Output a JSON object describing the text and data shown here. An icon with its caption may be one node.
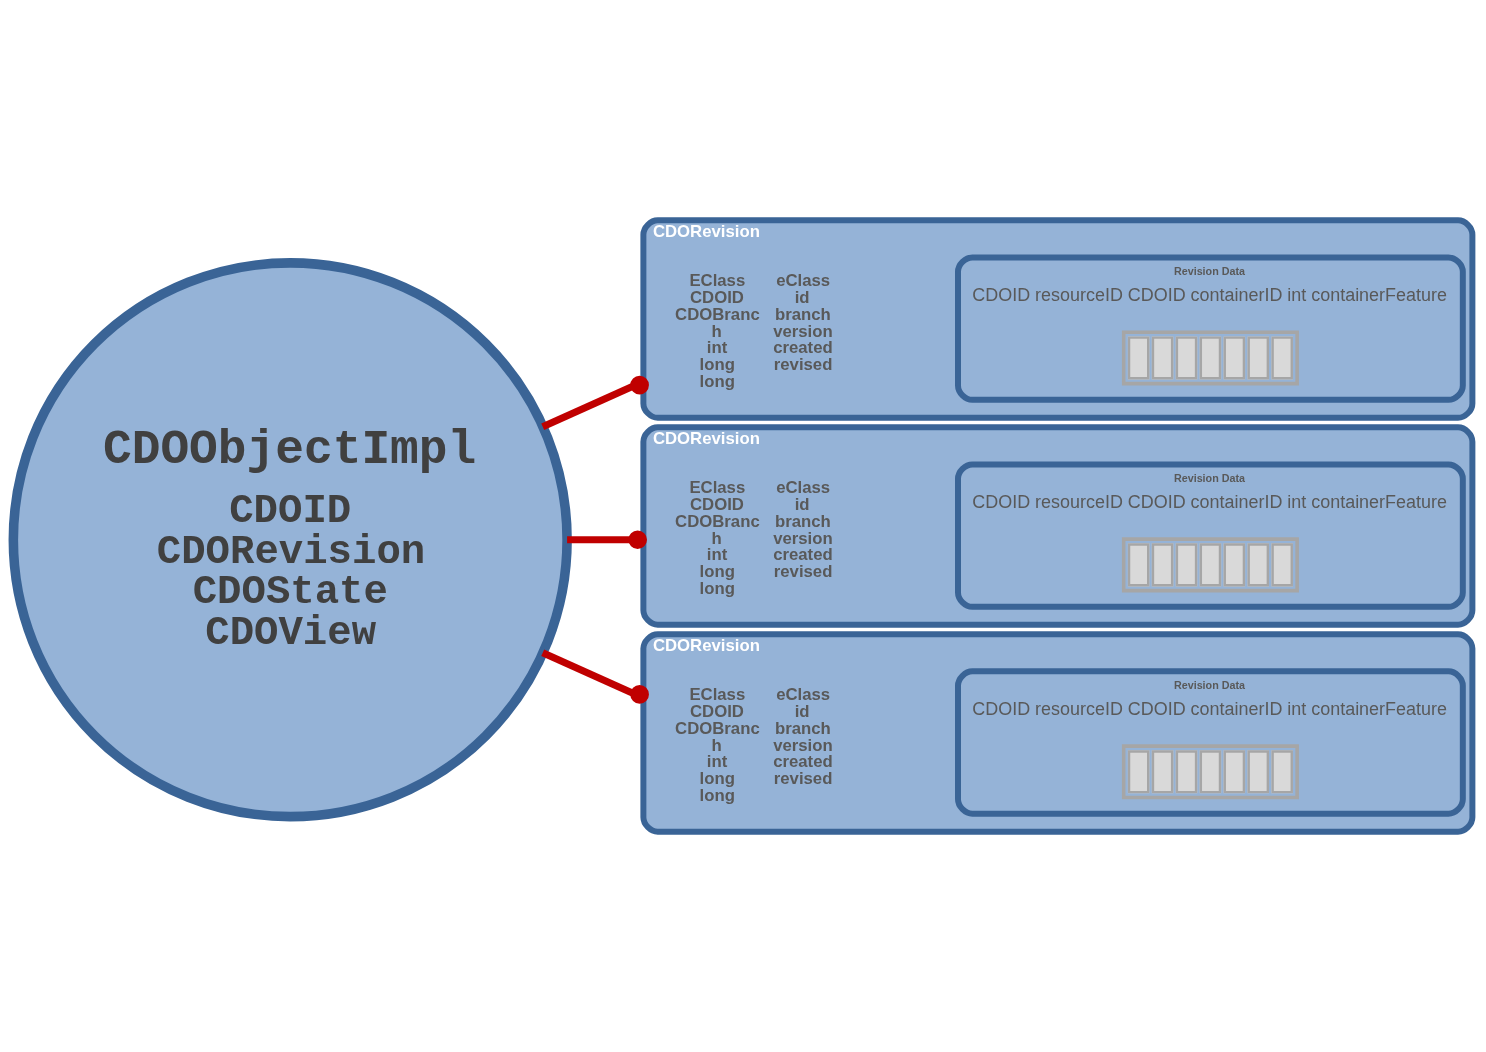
{
  "diagram": {
    "nodes": [
      {
        "text": [
          "CDOObjectImpl",
          "CDOID",
          "CDORevision",
          "CDOState",
          "CDOView"
        ]
      },
      {
        "text": [
          "CDORevision",
          "EClass CDOID CDOBranc h int long long",
          "eClass id branch version created revised"
        ]
      },
      {
        "text": [
          "Revision Data",
          "CDOID resourceID CDOID containerID int containerFeature"
        ],
        "in": 1
      },
      {
        "text": [],
        "shape": "bar",
        "in": 2
      },
      {
        "text": [
          "CDORevision",
          "EClass CDOID CDOBranc h int long long",
          "eClass id branch version created revised"
        ]
      },
      {
        "text": [
          "Revision Data",
          "CDOID resourceID CDOID containerID int containerFeature"
        ],
        "in": 4
      },
      {
        "text": [],
        "shape": "bar",
        "in": 5
      },
      {
        "text": [
          "CDORevision",
          "EClass CDOID CDOBranc h int long long",
          "eClass id branch version created revised"
        ]
      },
      {
        "text": [
          "Revision Data",
          "CDOID resourceID CDOID containerID int containerFeature"
        ],
        "in": 7
      },
      {
        "text": [],
        "shape": "bar",
        "in": 8
      }
    ],
    "edges": [
      {
        "from": 0,
        "to": 1,
        "arrow": "other"
      },
      {
        "from": 0,
        "to": 4,
        "arrow": "other"
      },
      {
        "from": 0,
        "to": 7,
        "arrow": "other"
      }
    ]
  }
}
